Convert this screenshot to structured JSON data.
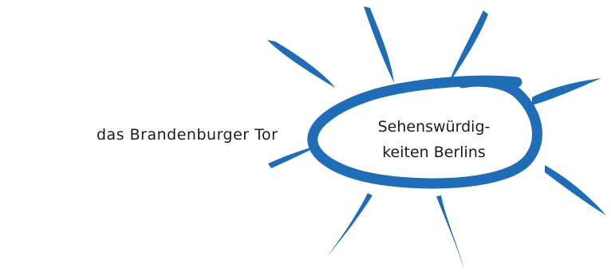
{
  "diagram": {
    "center": {
      "line1": "Sehenswürdig-",
      "line2": "keiten Berlins"
    },
    "items": [
      {
        "label": "das Brandenburger Tor"
      }
    ]
  },
  "colors": {
    "accent": "#1f6db7",
    "text": "#1c1c1c",
    "background": "#ffffff"
  }
}
